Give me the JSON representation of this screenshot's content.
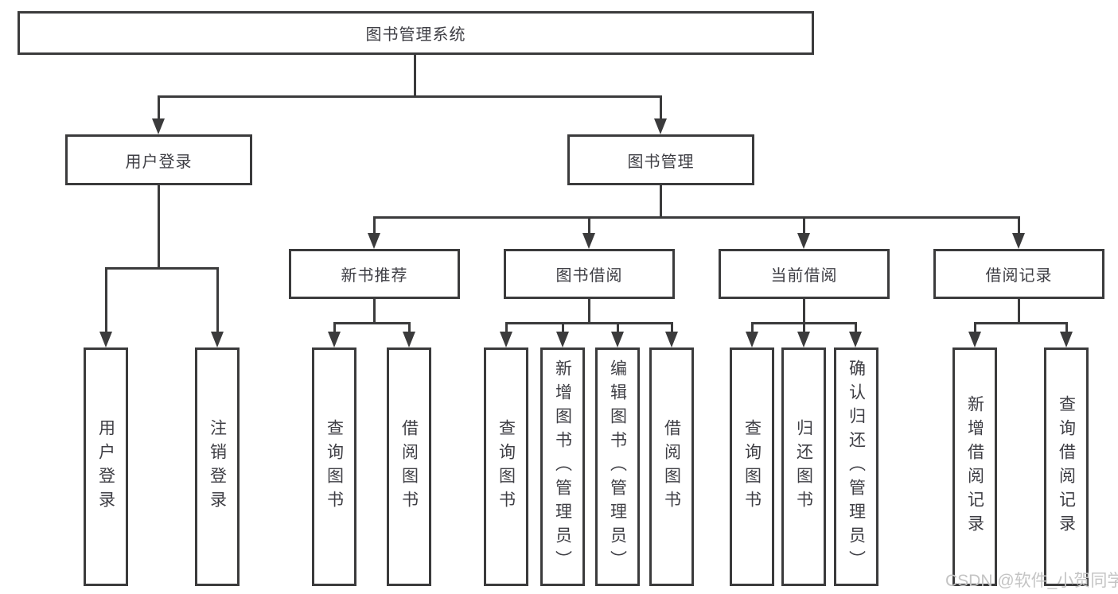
{
  "diagram": {
    "title_note": "library management system feature tree",
    "root": {
      "label": "图书管理系统"
    },
    "level2": [
      {
        "label": "用户登录"
      },
      {
        "label": "图书管理"
      }
    ],
    "level3": [
      {
        "label": "新书推荐"
      },
      {
        "label": "图书借阅"
      },
      {
        "label": "当前借阅"
      },
      {
        "label": "借阅记录"
      }
    ],
    "leaves": [
      {
        "label": "用户登录"
      },
      {
        "label": "注销登录"
      },
      {
        "label": "查询图书"
      },
      {
        "label": "借阅图书"
      },
      {
        "label": "查询图书"
      },
      {
        "label": "新增图书（管理员）"
      },
      {
        "label": "编辑图书（管理员）"
      },
      {
        "label": "借阅图书"
      },
      {
        "label": "查询图书"
      },
      {
        "label": "归还图书"
      },
      {
        "label": "确认归还（管理员）"
      },
      {
        "label": "新增借阅记录"
      },
      {
        "label": "查询借阅记录"
      }
    ],
    "colors": {
      "line": "#3b3b3c",
      "text": "#3e3e44",
      "background": "#ffffff",
      "watermark": "#c4c4c4"
    }
  },
  "watermark": {
    "text": "CSDN @软件_小贺同学"
  }
}
